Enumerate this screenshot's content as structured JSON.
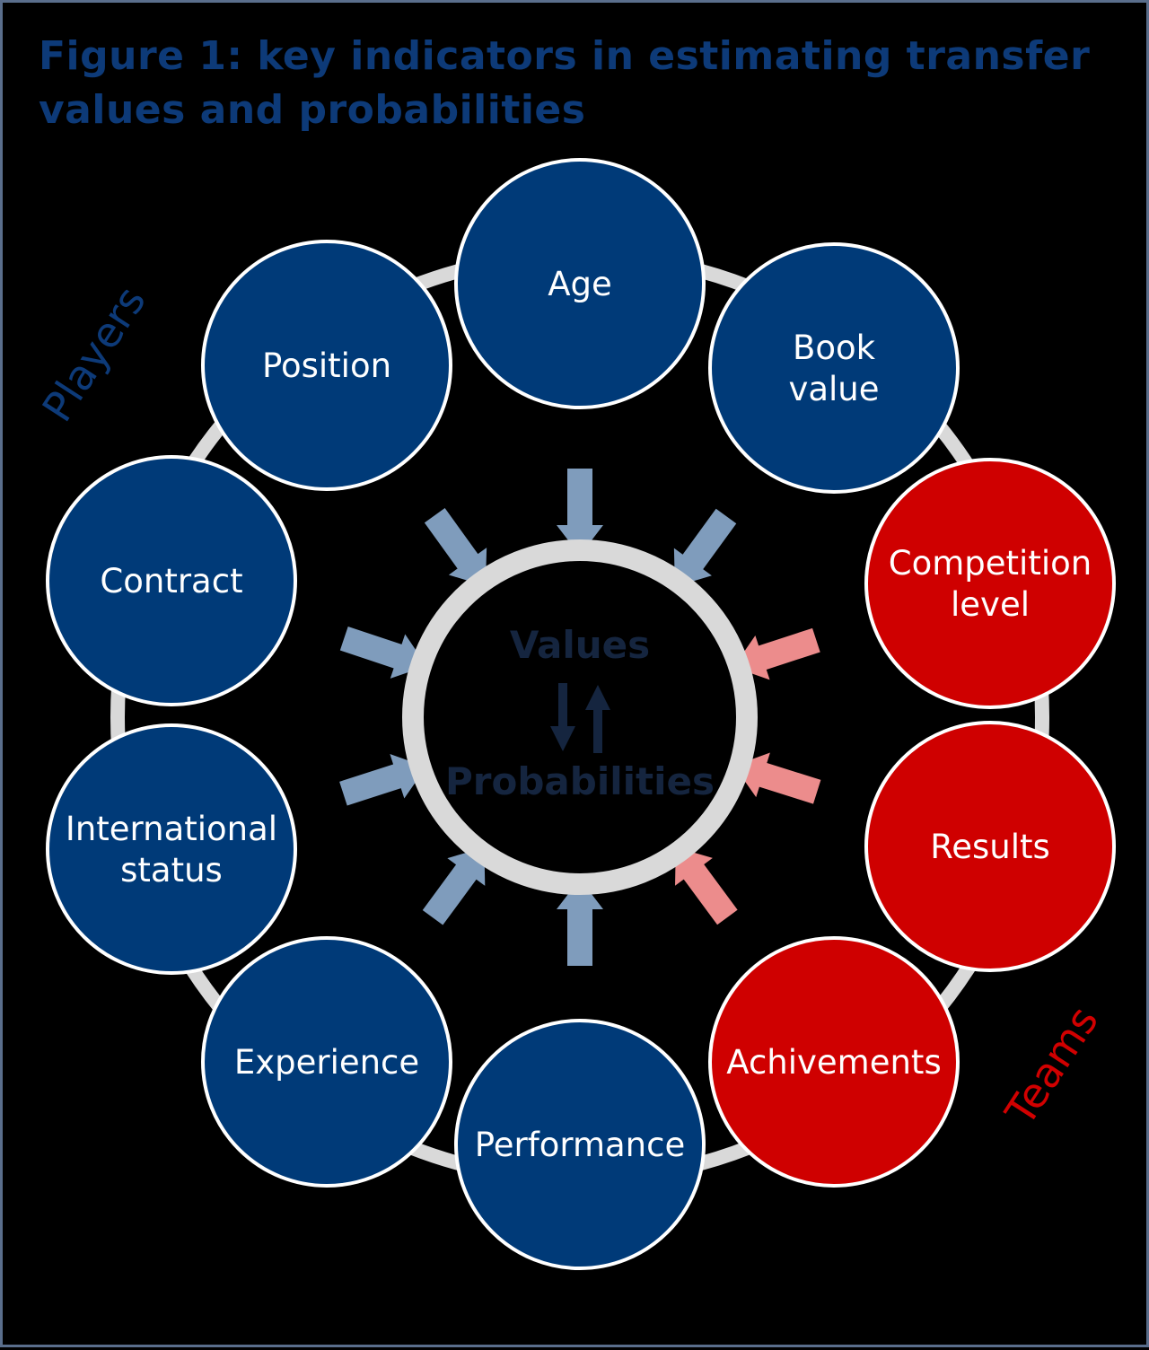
{
  "title": "Figure 1: key indicators in estimating transfer values and probabilities",
  "groups": {
    "players": {
      "label": "Players",
      "color": "#0d3a78"
    },
    "teams": {
      "label": "Teams",
      "color": "#d10000"
    }
  },
  "center": {
    "top_label": "Values",
    "bottom_label": "Probabilities"
  },
  "indicators": [
    {
      "key": "age",
      "lines": [
        "Age"
      ],
      "group": "players"
    },
    {
      "key": "book-value",
      "lines": [
        "Book",
        "value"
      ],
      "group": "players"
    },
    {
      "key": "competition-level",
      "lines": [
        "Competition",
        "level"
      ],
      "group": "teams"
    },
    {
      "key": "results",
      "lines": [
        "Results"
      ],
      "group": "teams"
    },
    {
      "key": "achivements",
      "lines": [
        "Achivements"
      ],
      "group": "teams"
    },
    {
      "key": "performance",
      "lines": [
        "Performance"
      ],
      "group": "players"
    },
    {
      "key": "experience",
      "lines": [
        "Experience"
      ],
      "group": "players"
    },
    {
      "key": "international-status",
      "lines": [
        "International",
        "status"
      ],
      "group": "players"
    },
    {
      "key": "contract",
      "lines": [
        "Contract"
      ],
      "group": "players"
    },
    {
      "key": "position",
      "lines": [
        "Position"
      ],
      "group": "players"
    }
  ],
  "colors": {
    "players_fill": "#003a78",
    "teams_fill": "#cf0000",
    "players_arrow": "#7f9cbc",
    "teams_arrow": "#ec8c8c",
    "ring": "#d9d9d9",
    "circle_border": "#ffffff",
    "center_arrows": "#15253f"
  }
}
